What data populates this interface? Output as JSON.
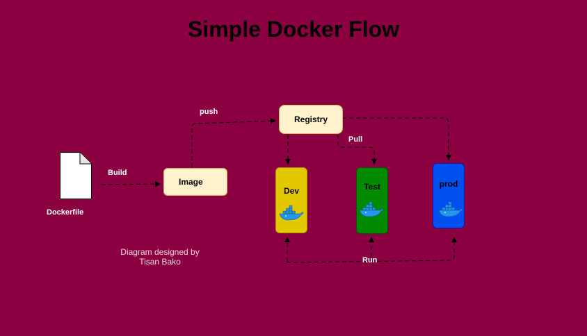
{
  "title": "Simple Docker Flow",
  "nodes": {
    "dockerfile": "Dockerfile",
    "image": "Image",
    "registry": "Registry",
    "dev": "Dev",
    "test": "Test",
    "prod": "prod"
  },
  "edges": {
    "build": "Build",
    "push": "push",
    "pull": "Pull",
    "run": "Run"
  },
  "credit": {
    "line1": "Diagram designed by",
    "line2": "Tisan Bako"
  },
  "colors": {
    "background": "#8a0040",
    "light_fill": "#fff2cc",
    "light_border": "#d6b656",
    "dev": "#e3c800",
    "test": "#008a00",
    "prod": "#0050ef",
    "docker_blue": "#2496ed"
  },
  "icons": [
    "document-icon",
    "docker-whale-icon"
  ]
}
